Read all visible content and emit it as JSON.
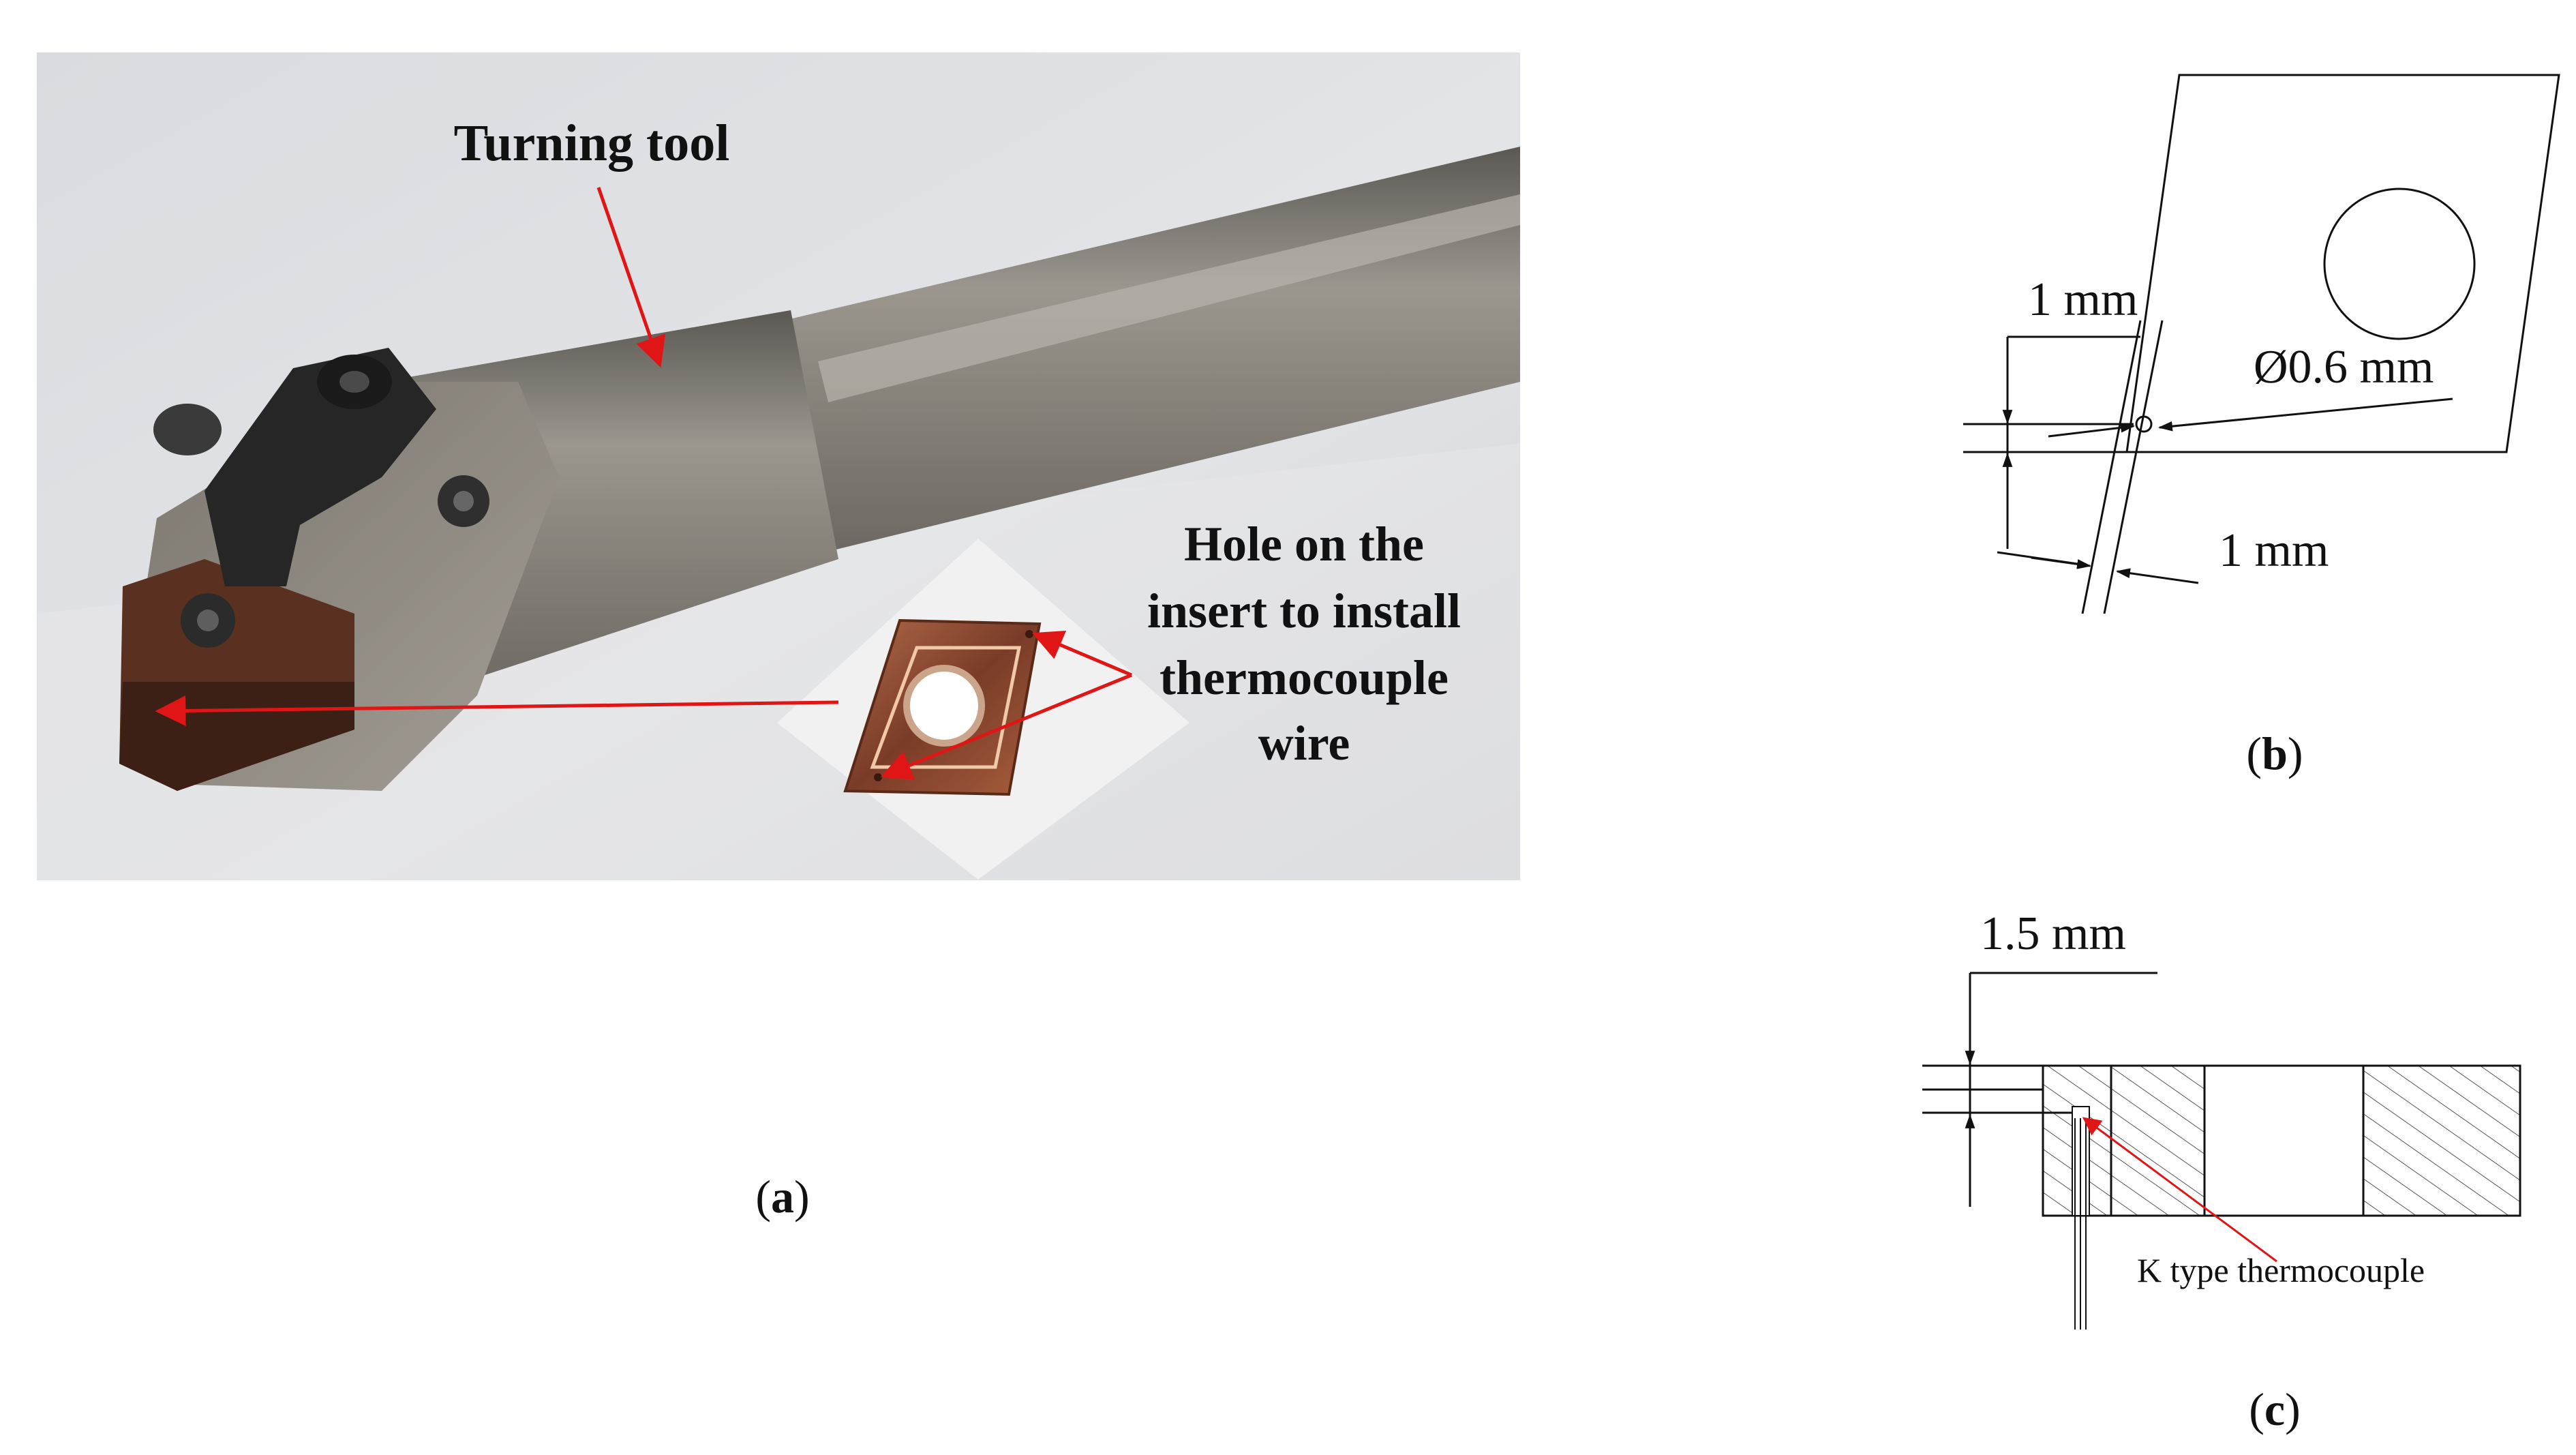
{
  "panel_a": {
    "label_open": "(",
    "label_letter": "a",
    "label_close": ")",
    "callout_tool": "Turning tool",
    "callout_hole": [
      "Hole on the",
      "insert to install",
      "thermocouple",
      "wire"
    ],
    "colors": {
      "arrow": "#e01515",
      "insert": "#8a4a2a",
      "shank": "#8b8780",
      "clamp": "#2a2a2a"
    }
  },
  "panel_b": {
    "label_open": "(",
    "label_letter": "b",
    "label_close": ")",
    "dim_top": "1 mm",
    "dim_hole": "Ø0.6 mm",
    "dim_bottom": "1 mm"
  },
  "panel_c": {
    "label_open": "(",
    "label_letter": "c",
    "label_close": ")",
    "dim_depth": "1.5 mm",
    "thermocouple_label": "K type thermocouple"
  }
}
